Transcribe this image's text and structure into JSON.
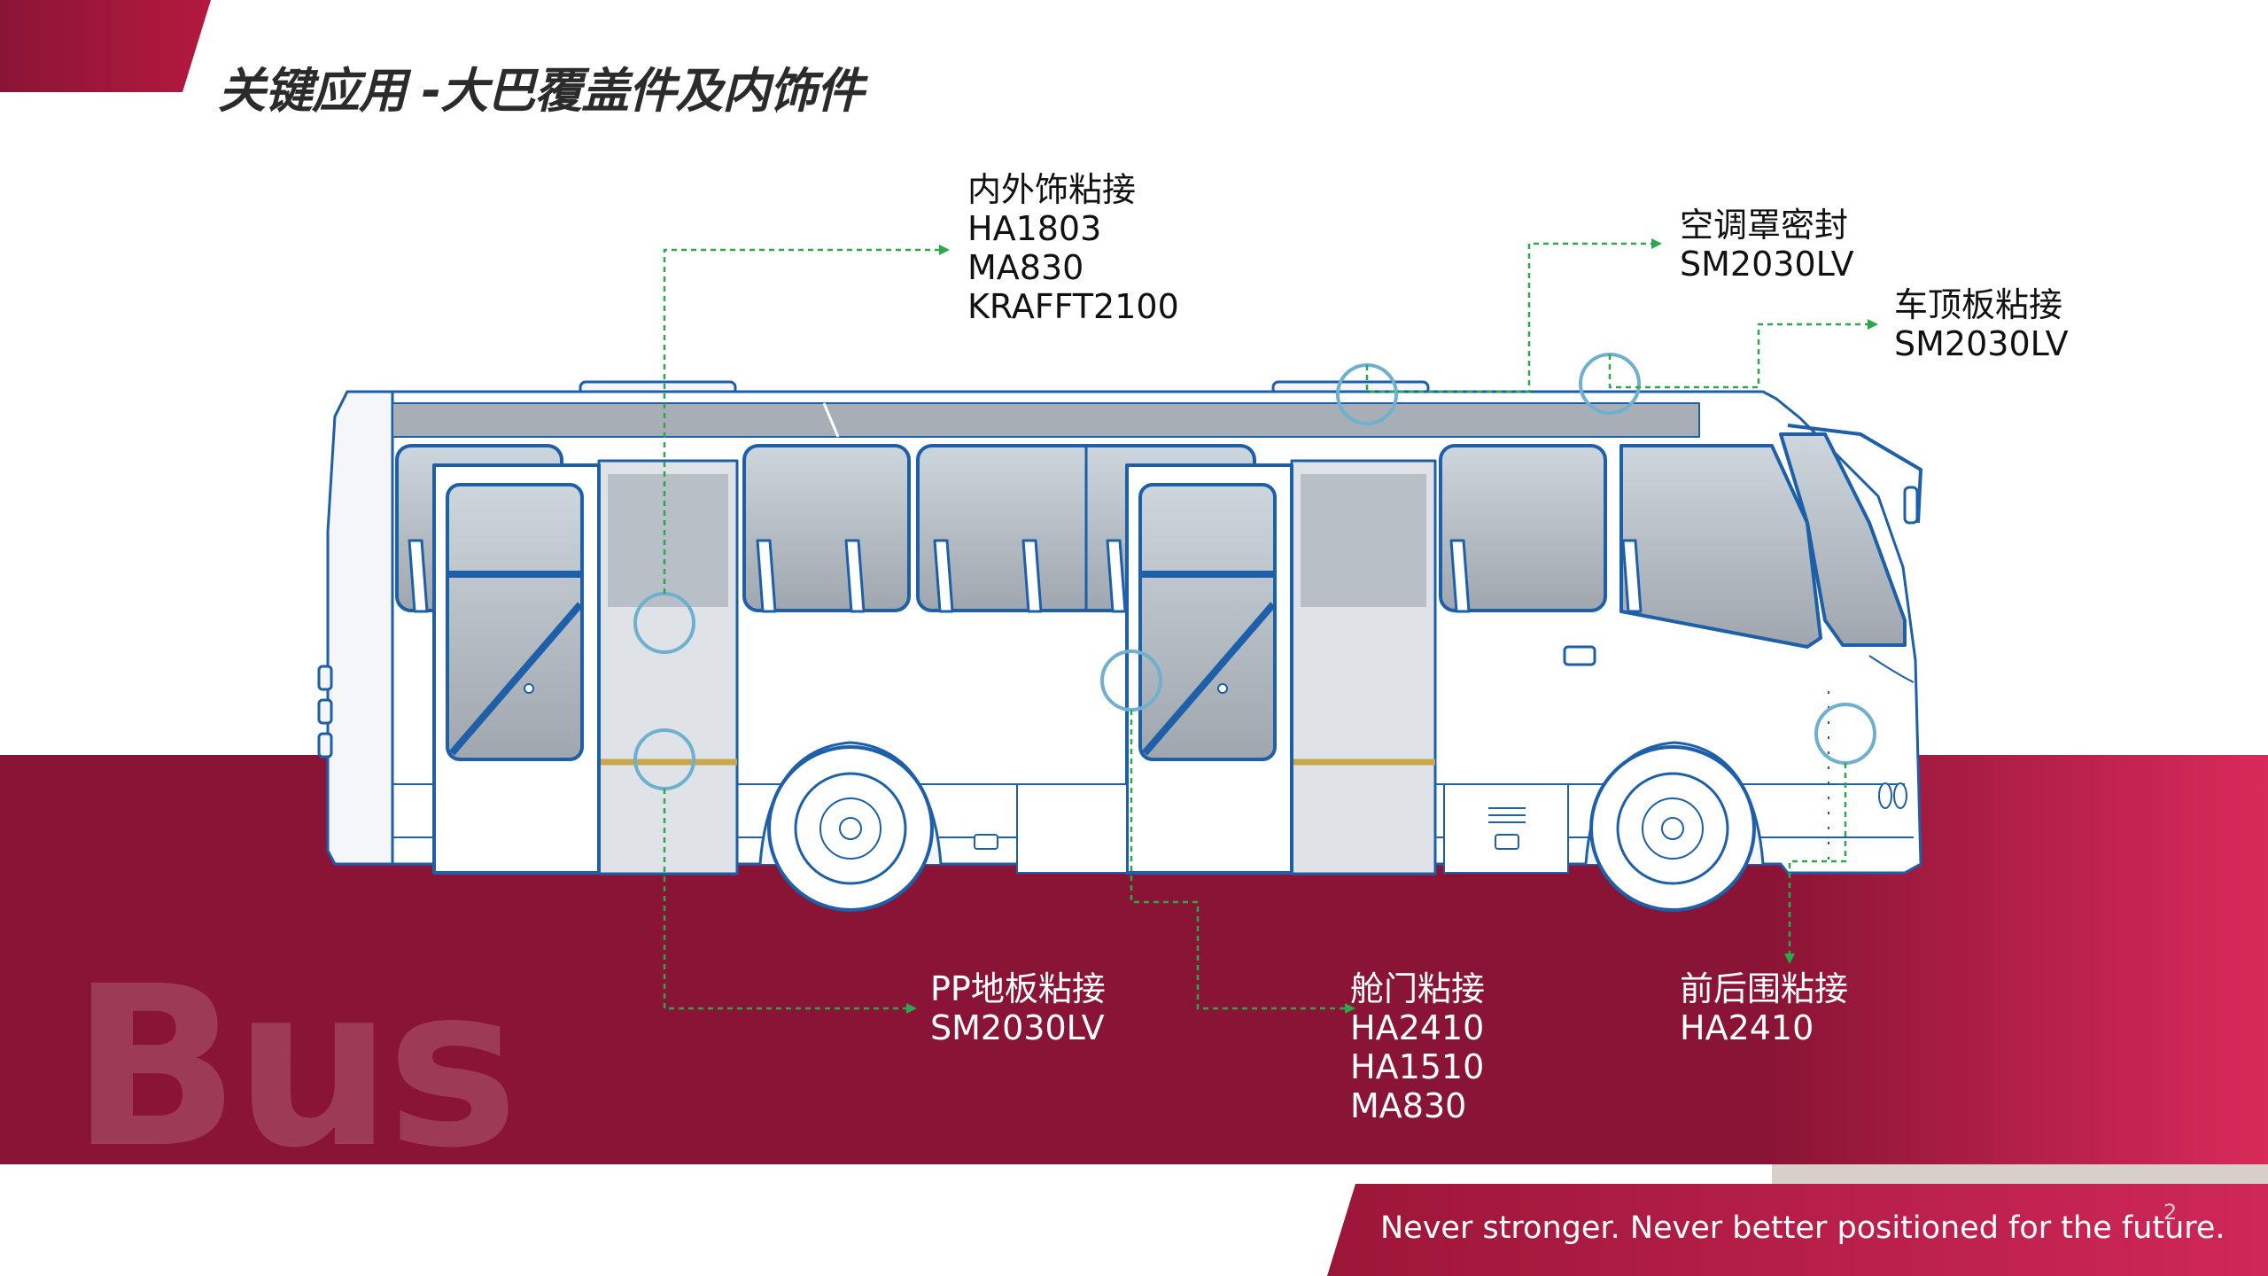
{
  "slide": {
    "title": "关键应用 -大巴覆盖件及内饰件",
    "watermark": "Bus",
    "page_number": "2",
    "footer_tagline": "Never stronger. Never better positioned for the future."
  },
  "callouts": {
    "interior_trim": {
      "heading": "内外饰粘接",
      "products": [
        "HA1803",
        "MA830",
        "KRAFFT2100"
      ]
    },
    "ac_cover": {
      "heading": "空调罩密封",
      "products": [
        "SM2030LV"
      ]
    },
    "roof_panel": {
      "heading": "车顶板粘接",
      "products": [
        "SM2030LV"
      ]
    },
    "pp_floor": {
      "heading": "PP地板粘接",
      "products": [
        "SM2030LV"
      ]
    },
    "hatch_door": {
      "heading": "舱门粘接",
      "products": [
        "HA2410",
        "HA1510",
        "MA830"
      ]
    },
    "front_rear_skirt": {
      "heading": "前后围粘接",
      "products": [
        "HA2410"
      ]
    }
  },
  "colors": {
    "band": "#8a1435",
    "band_highlight": "#d92a5a",
    "bus_outline": "#1d5fa8",
    "callout_circle": "#6fb0d0",
    "leader_line": "#2aa84a",
    "title": "#2b2b2b"
  }
}
